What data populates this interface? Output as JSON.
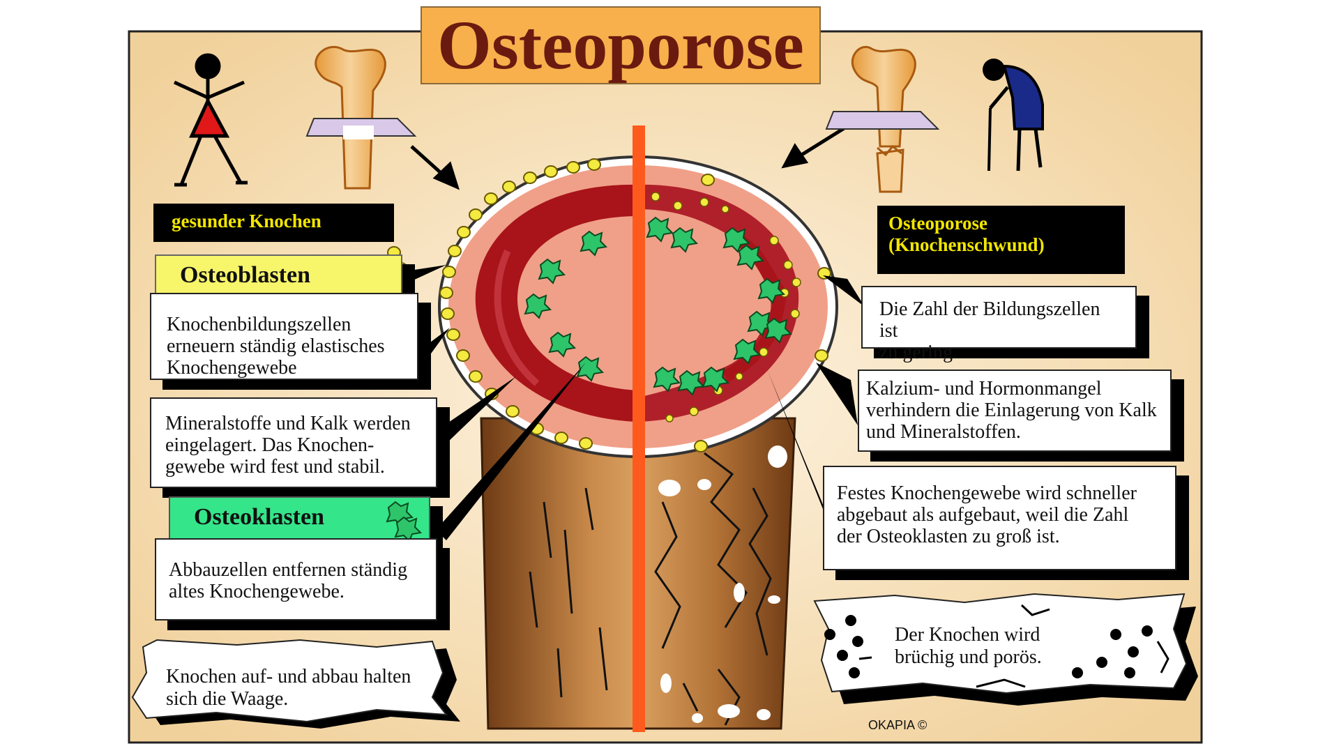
{
  "title": "Osteoporose",
  "left": {
    "label": "gesunder Knochen",
    "osteoblasten_heading": "Osteoblasten",
    "osteoblasten_text": [
      "Knochenbildungszellen",
      "erneuern ständig elastisches",
      "Knochengewebe"
    ],
    "mineral_text": [
      "Mineralstoffe und Kalk werden",
      "eingelagert. Das Knochen-",
      "gewebe wird fest und stabil."
    ],
    "osteoklasten_heading": "Osteoklasten",
    "osteoklasten_text": [
      "Abbauzellen entfernen  ständig",
      "altes Knochengewebe."
    ],
    "balance_text": [
      "Knochen auf- und abbau halten",
      "sich die Waage."
    ]
  },
  "right": {
    "label": [
      "Osteoporose",
      "(Knochenschwund)"
    ],
    "bildung_text": [
      "Die Zahl der Bildungszellen ist",
      "zu gering."
    ],
    "kalzium_text": [
      "Kalzium- und Hormonmangel",
      "verhindern die Einlagerung von Kalk",
      "und Mineralstoffen."
    ],
    "festes_text": [
      "Festes Knochengewebe wird schneller",
      "abgebaut als aufgebaut, weil die Zahl",
      "der Osteoklasten zu groß ist."
    ],
    "bruechig_text": [
      "Der Knochen wird",
      "brüchig und porös."
    ]
  },
  "credit": "OKAPIA ©",
  "colors": {
    "background": "#f4d9a8",
    "title_box": "#f7b04c",
    "title_text": "#6b1a10",
    "label_text": "#f2e600",
    "osteoblast_box": "#f7f56a",
    "osteoclast_box": "#35e58a",
    "divider": "#ff5a1e",
    "marrow_dark": "#a8141a",
    "cortex": "#f0a088",
    "bone_shaft": "#9a5a2a"
  }
}
